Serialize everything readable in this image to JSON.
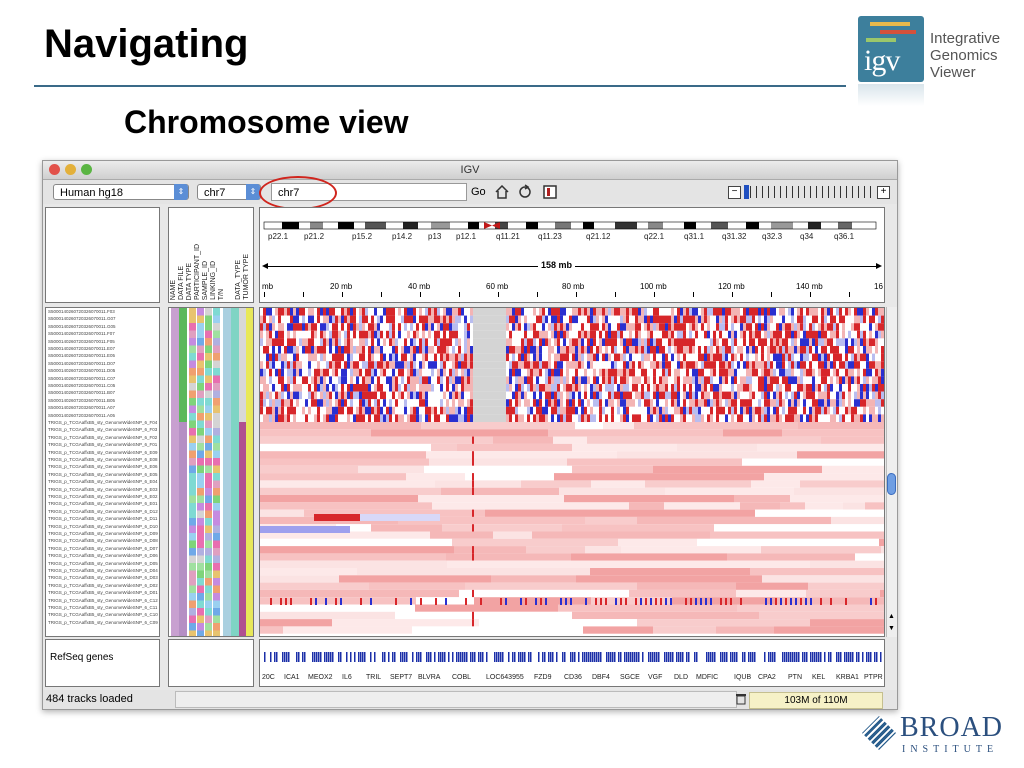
{
  "slide": {
    "title": "Navigating",
    "subtitle": "Chromosome view"
  },
  "logo": {
    "mark": "igv",
    "lines": [
      "Integrative",
      "Genomics",
      "Viewer"
    ]
  },
  "broad": {
    "word": "BROAD",
    "sub": "INSTITUTE"
  },
  "window": {
    "title": "IGV",
    "genome": "Human hg18",
    "chromosome": "chr7",
    "locus": "chr7",
    "go_label": "Go",
    "home_icon": "home-icon",
    "refresh_icon": "refresh-icon",
    "region_icon": "region-icon",
    "zoom_minus": "−",
    "zoom_plus": "+"
  },
  "ideogram": {
    "bands": [
      "p22.1",
      "p21.2",
      "p15.2",
      "p14.2",
      "p13",
      "p12.1",
      "q11.21",
      "q11.23",
      "q21.12",
      "q22.1",
      "q31.1",
      "q31.32",
      "q32.3",
      "q34",
      "q36.1"
    ],
    "span_label": "158 mb"
  },
  "ruler": {
    "labels": [
      "mb",
      "20 mb",
      "40 mb",
      "60 mb",
      "80 mb",
      "100 mb",
      "120 mb",
      "140 mb",
      "16"
    ]
  },
  "attributes": {
    "headers": [
      "NAME",
      "DATA FILE",
      "DATA TYPE",
      "PARTICIPANT_ID",
      "SAMPLE_ID",
      "LINKING_ID",
      "T/N",
      "DATA_TYPE",
      "TUMOR TYPE"
    ]
  },
  "samples": {
    "group_a": [
      "S5000140260720326070011.F03",
      "S5000140260720326070011.G07",
      "S5000140260720326070011.G05",
      "S5000140260720326070011.F07",
      "S5000140260720326070011.F05",
      "S5000140260720326070011.E07",
      "S5000140260720326070011.E05",
      "S5000140260720326070011.D07",
      "S5000140260720326070011.D05",
      "S5000140260720326070011.C07",
      "S5000140260720326070011.C05",
      "S5000140260720326070011.B07",
      "S5000140260720326070011.B05",
      "S5000140260720326070011.A07",
      "S5000140260720326070011.A05"
    ],
    "group_b": [
      "TRIGS_p_TCGAaffxB5_sty_GenomeWideSNP_6_F04",
      "TRIGS_p_TCGAaffxB5_sty_GenomeWideSNP_6_F03",
      "TRIGS_p_TCGAaffxB5_sty_GenomeWideSNP_6_F02",
      "TRIGS_p_TCGAaffxB5_sty_GenomeWideSNP_6_F01",
      "TRIGS_p_TCGAaffxB5_sty_GenomeWideSNP_6_E09",
      "TRIGS_p_TCGAaffxB5_sty_GenomeWideSNP_6_E08",
      "TRIGS_p_TCGAaffxB5_sty_GenomeWideSNP_6_E06",
      "TRIGS_p_TCGAaffxB5_sty_GenomeWideSNP_6_E05",
      "TRIGS_p_TCGAaffxB5_sty_GenomeWideSNP_6_E04",
      "TRIGS_p_TCGAaffxB5_sty_GenomeWideSNP_6_E03",
      "TRIGS_p_TCGAaffxB5_sty_GenomeWideSNP_6_E02",
      "TRIGS_p_TCGAaffxB5_sty_GenomeWideSNP_6_E01",
      "TRIGS_p_TCGAaffxB5_sty_GenomeWideSNP_6_D12",
      "TRIGS_p_TCGAaffxB5_sty_GenomeWideSNP_6_D11",
      "TRIGS_p_TCGAaffxB5_sty_GenomeWideSNP_6_D10",
      "TRIGS_p_TCGAaffxB5_sty_GenomeWideSNP_6_D09",
      "TRIGS_p_TCGAaffxB5_sty_GenomeWideSNP_6_D08",
      "TRIGS_p_TCGAaffxB5_sty_GenomeWideSNP_6_D07",
      "TRIGS_p_TCGAaffxB5_sty_GenomeWideSNP_6_D06",
      "TRIGS_p_TCGAaffxB5_sty_GenomeWideSNP_6_D05",
      "TRIGS_p_TCGAaffxB5_sty_GenomeWideSNP_6_D04",
      "TRIGS_p_TCGAaffxB5_sty_GenomeWideSNP_6_D03",
      "TRIGS_p_TCGAaffxB5_sty_GenomeWideSNP_6_D02",
      "TRIGS_p_TCGAaffxB5_sty_GenomeWideSNP_6_D01",
      "TRIGS_p_TCGAaffxB5_sty_GenomeWideSNP_6_C12",
      "TRIGS_p_TCGAaffxB5_sty_GenomeWideSNP_6_C11",
      "TRIGS_p_TCGAaffxB5_sty_GenomeWideSNP_6_C10",
      "TRIGS_p_TCGAaffxB5_sty_GenomeWideSNP_6_C09"
    ]
  },
  "genes": {
    "track_name": "RefSeq genes",
    "labels": [
      "20C",
      "ICA1",
      "MEOX2",
      "IL6",
      "TRIL",
      "SEPT7",
      "BLVRA",
      "COBL",
      "LOC643955",
      "FZD9",
      "CD36",
      "DBF4",
      "SGCE",
      "VGF",
      "DLD",
      "MDFIC",
      "IQUB",
      "CPA2",
      "PTN",
      "KEL",
      "KRBA1",
      "PTPR"
    ]
  },
  "status": {
    "tracks": "484 tracks loaded",
    "memory": "103M of 110M",
    "trash_icon": "trash-icon"
  },
  "colors": {
    "amplification": "#d7262a",
    "deletion": "#2a2fd0",
    "highlight_ellipse": "#d0251d",
    "gene_blue": "#1b2fa8"
  }
}
